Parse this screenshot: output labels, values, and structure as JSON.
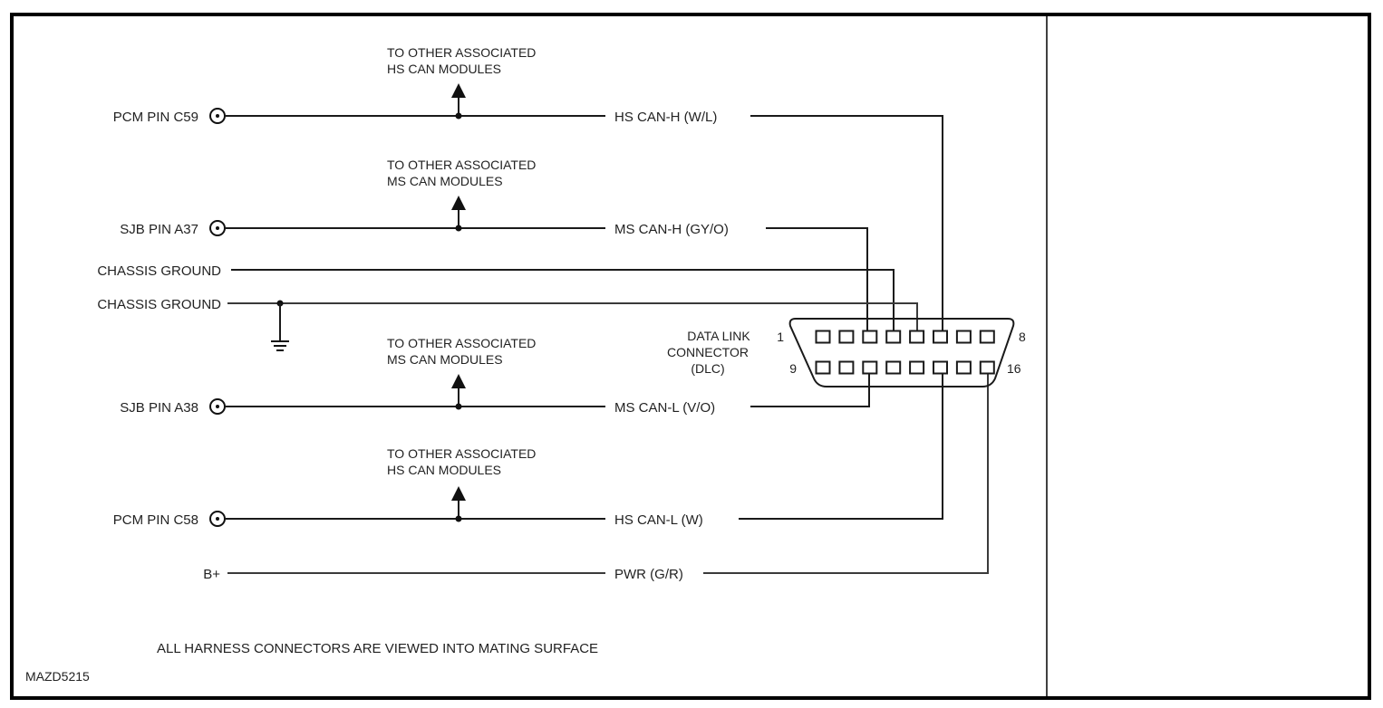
{
  "figure_id": "MAZD5215",
  "footnote": "ALL HARNESS CONNECTORS ARE VIEWED INTO MATING SURFACE",
  "connector": {
    "name_lines": [
      "DATA LINK",
      "CONNECTOR",
      "(DLC)"
    ],
    "pin_labels": {
      "top_left": "1",
      "top_right": "8",
      "bottom_left": "9",
      "bottom_right": "16"
    },
    "top_row_pins": [
      1,
      2,
      3,
      4,
      5,
      6,
      7,
      8
    ],
    "bottom_row_pins": [
      9,
      10,
      11,
      12,
      13,
      14,
      15,
      16
    ]
  },
  "branch_notes": [
    {
      "lines": [
        "TO OTHER ASSOCIATED",
        "HS CAN MODULES"
      ]
    },
    {
      "lines": [
        "TO OTHER ASSOCIATED",
        "MS CAN MODULES"
      ]
    },
    {
      "lines": [
        "TO OTHER ASSOCIATED",
        "MS CAN MODULES"
      ]
    },
    {
      "lines": [
        "TO OTHER ASSOCIATED",
        "HS CAN MODULES"
      ]
    }
  ],
  "circuits": [
    {
      "source": "PCM PIN C59",
      "source_symbol": "pin-terminal",
      "circuit": "HS CAN-H (W/L)",
      "dlc_pin": 6,
      "branch": 0
    },
    {
      "source": "SJB PIN A37",
      "source_symbol": "pin-terminal",
      "circuit": "MS CAN-H (GY/O)",
      "dlc_pin": 3,
      "branch": 1
    },
    {
      "source": "CHASSIS GROUND",
      "source_symbol": "none",
      "circuit": "",
      "dlc_pin": 4,
      "branch": null
    },
    {
      "source": "CHASSIS GROUND",
      "source_symbol": "ground",
      "circuit": "",
      "dlc_pin": 5,
      "branch": null
    },
    {
      "source": "SJB PIN A38",
      "source_symbol": "pin-terminal",
      "circuit": "MS CAN-L (V/O)",
      "dlc_pin": 11,
      "branch": 2
    },
    {
      "source": "PCM PIN C58",
      "source_symbol": "pin-terminal",
      "circuit": "HS CAN-L (W)",
      "dlc_pin": 14,
      "branch": 3
    },
    {
      "source": "B+",
      "source_symbol": "none",
      "circuit": "PWR (G/R)",
      "dlc_pin": 16,
      "branch": null
    }
  ]
}
